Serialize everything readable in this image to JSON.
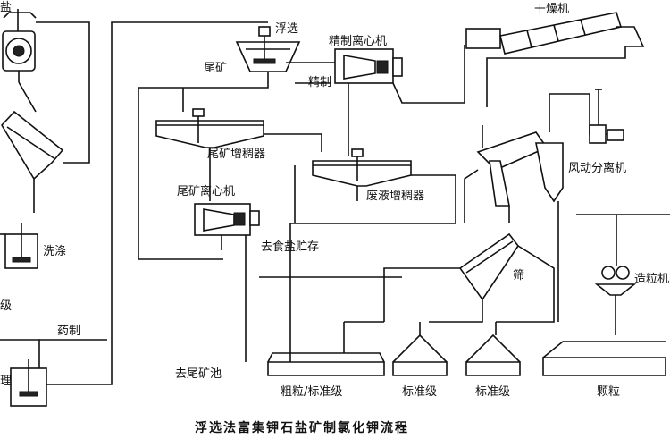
{
  "labels": {
    "salt": "盐",
    "flotation": "浮选",
    "fine_centrifuge": "精制离心机",
    "dryer": "干燥机",
    "tailings": "尾矿",
    "refined": "精制",
    "tail_thickener": "尾矿增稠器",
    "waste_thickener": "废液增稠器",
    "tail_centrifuge": "尾矿离心机",
    "to_salt_storage": "去食盐贮存",
    "to_tail_pond": "去尾矿池",
    "wash": "洗涤",
    "grade": "级",
    "reagent": "药制",
    "mix": "理",
    "air_classifier": "风动分离机",
    "screen": "筛",
    "granulator": "造粒机",
    "coarse_standard": "粗粒/标准级",
    "standard_1": "标准级",
    "standard_2": "标准级",
    "granule": "颗粒"
  },
  "caption": "浮选法富集钾石盐矿制氯化钾流程"
}
